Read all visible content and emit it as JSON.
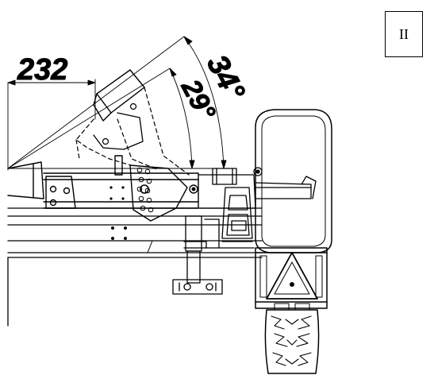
{
  "figure": {
    "figure_label": "II",
    "dimensions": {
      "offset": "232",
      "angle_large": "34°",
      "angle_small": "29°"
    },
    "colors": {
      "line": "#000000",
      "background": "#ffffff"
    }
  }
}
